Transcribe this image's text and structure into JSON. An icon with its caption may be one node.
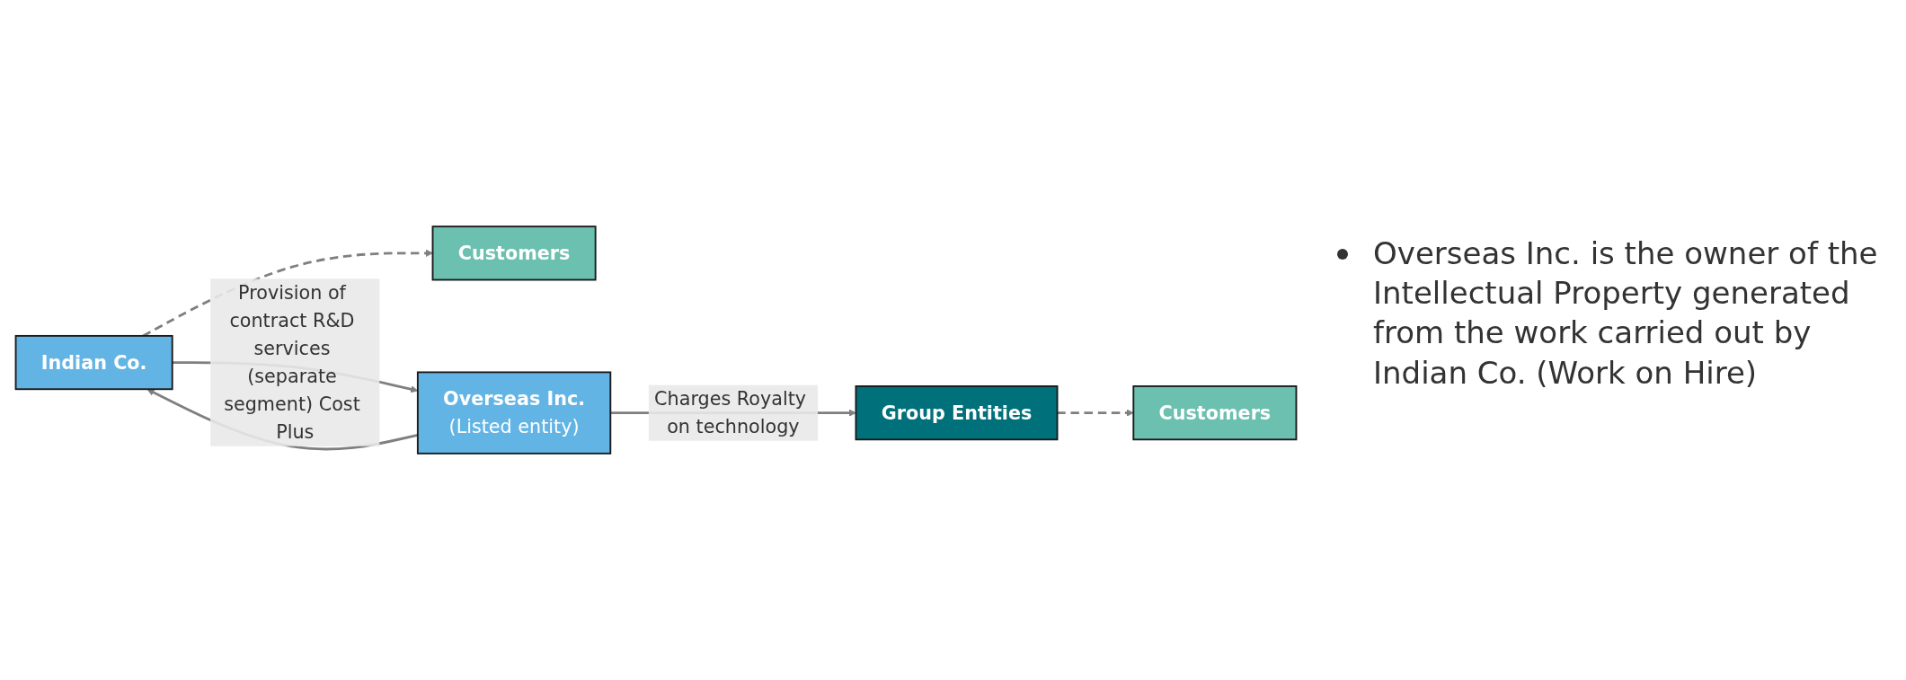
{
  "diagram": {
    "nodes": [
      {
        "text": [
          "Indian Co."
        ]
      },
      {
        "text": [
          "Customers"
        ]
      },
      {
        "text": [
          "Overseas Inc.",
          "(Listed entity)"
        ]
      },
      {
        "text": [
          "Group Entities"
        ]
      },
      {
        "text": [
          "Customers"
        ]
      }
    ],
    "edges": [
      {
        "from": 0,
        "to": 1,
        "arrow": "to",
        "style": "dashed"
      },
      {
        "from": 0,
        "to": 2,
        "arrow": "to",
        "label": "Provision of contract R&D services (separate segment) Cost Plus"
      },
      {
        "from": 2,
        "to": 0,
        "arrow": "to"
      },
      {
        "from": 2,
        "to": 3,
        "arrow": "to",
        "label": "Charges Royalty on technology"
      },
      {
        "from": 3,
        "to": 4,
        "arrow": "to",
        "style": "dashed"
      }
    ],
    "labels": [
      "Overseas Inc. is the owner of the Intellectual Property generated from the work carried out by Indian Co. (Work on Hire)"
    ]
  }
}
